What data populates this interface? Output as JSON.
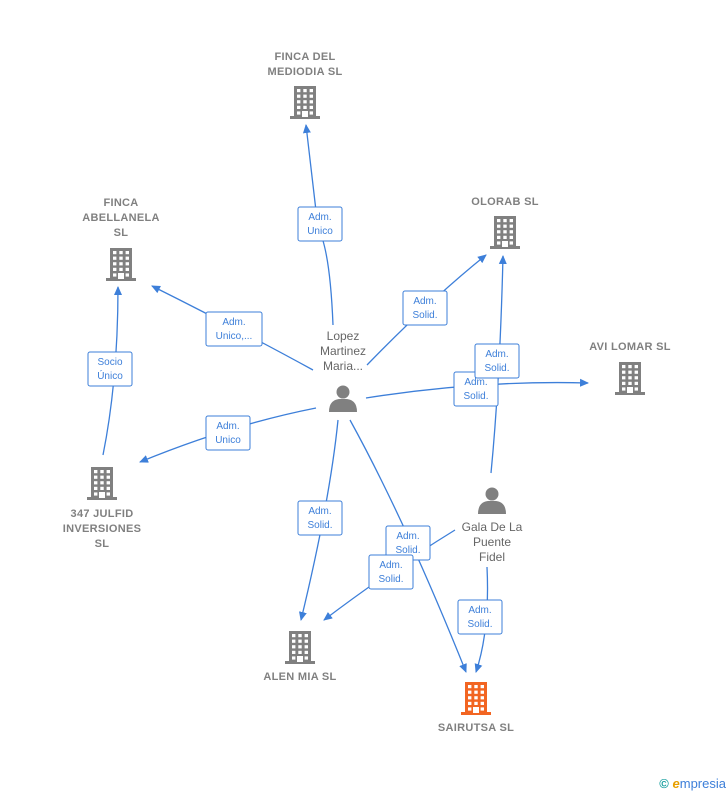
{
  "companies": [
    {
      "id": "finca-del-mediodia",
      "label": [
        "FINCA DEL",
        "MEDIODIA  SL"
      ],
      "color": "#808080"
    },
    {
      "id": "finca-abellanela",
      "label": [
        "FINCA",
        "ABELLANELA",
        "SL"
      ],
      "color": "#808080"
    },
    {
      "id": "olorab",
      "label": [
        "OLORAB  SL"
      ],
      "color": "#808080"
    },
    {
      "id": "avi-lomar",
      "label": [
        "AVI LOMAR  SL"
      ],
      "color": "#808080"
    },
    {
      "id": "347-julfid",
      "label": [
        "347 JULFID",
        "INVERSIONES",
        "SL"
      ],
      "color": "#808080"
    },
    {
      "id": "alen-mia",
      "label": [
        "ALEN MIA  SL"
      ],
      "color": "#808080"
    },
    {
      "id": "sairutsa",
      "label": [
        "SAIRUTSA  SL"
      ],
      "color": "#f26522"
    }
  ],
  "persons": [
    {
      "id": "lopez-martinez",
      "label": [
        "Lopez",
        "Martinez",
        "Maria..."
      ]
    },
    {
      "id": "gala-de-la-puente",
      "label": [
        "Gala De La",
        "Puente",
        "Fidel"
      ]
    }
  ],
  "edges": [
    {
      "from": "lopez-martinez",
      "to": "finca-del-mediodia",
      "label": [
        "Adm.",
        "Unico"
      ]
    },
    {
      "from": "lopez-martinez",
      "to": "finca-abellanela",
      "label": [
        "Adm.",
        "Unico,..."
      ]
    },
    {
      "from": "lopez-martinez",
      "to": "olorab",
      "label": [
        "Adm.",
        "Solid."
      ]
    },
    {
      "from": "lopez-martinez",
      "to": "avi-lomar",
      "label": [
        "Adm.",
        "Solid."
      ]
    },
    {
      "from": "lopez-martinez",
      "to": "347-julfid",
      "label": [
        "Adm.",
        "Unico"
      ]
    },
    {
      "from": "lopez-martinez",
      "to": "alen-mia",
      "label": [
        "Adm.",
        "Solid."
      ]
    },
    {
      "from": "lopez-martinez",
      "to": "sairutsa",
      "label": [
        "Adm.",
        "Solid."
      ]
    },
    {
      "from": "347-julfid",
      "to": "finca-abellanela",
      "label": [
        "Socio",
        "Único"
      ]
    },
    {
      "from": "gala-de-la-puente",
      "to": "olorab",
      "label": [
        "Adm.",
        "Solid."
      ]
    },
    {
      "from": "gala-de-la-puente",
      "to": "alen-mia",
      "label": [
        "Adm.",
        "Solid."
      ]
    },
    {
      "from": "gala-de-la-puente",
      "to": "sairutsa",
      "label": [
        "Adm.",
        "Solid."
      ]
    }
  ],
  "colors": {
    "edge": "#3d7fd9",
    "building": "#808080",
    "focus": "#f26522",
    "person": "#808080"
  },
  "watermark": {
    "copyright": "©",
    "brand_initial": "e",
    "brand_rest": "mpresia"
  }
}
